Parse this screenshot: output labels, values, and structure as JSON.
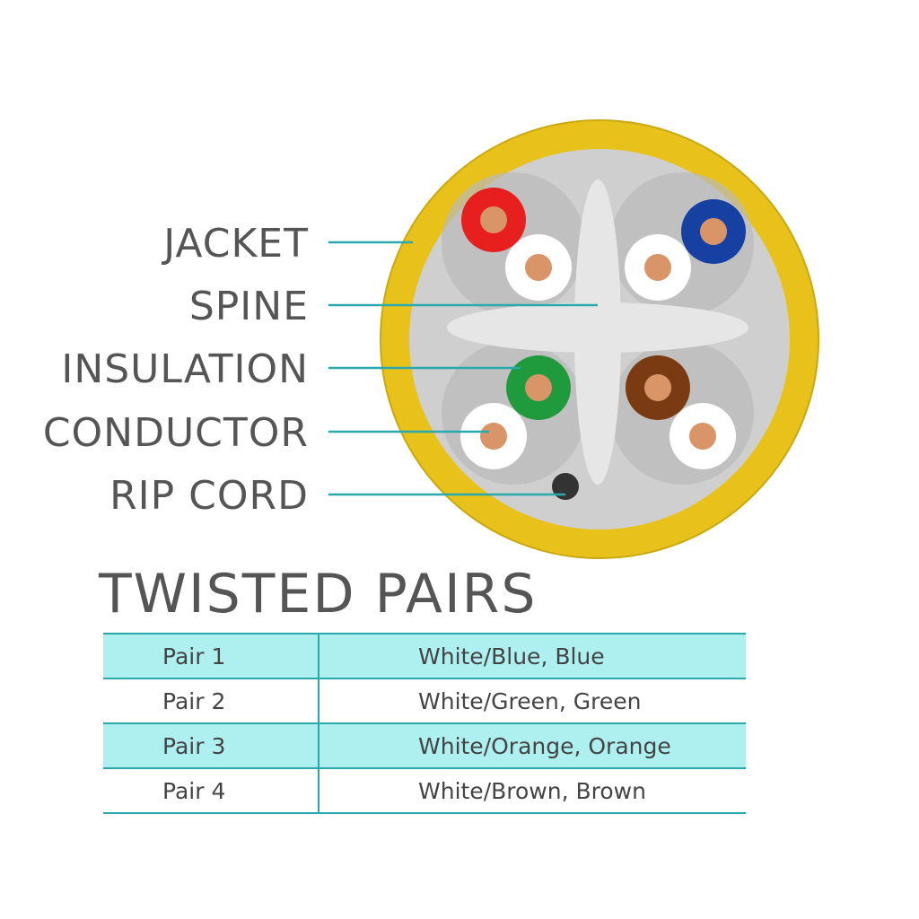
{
  "labels": {
    "jacket": "JACKET",
    "spine": "SPINE",
    "insulation": "INSULATION",
    "conductor": "CONDUCTOR",
    "rip_cord": "RIP CORD"
  },
  "colors": {
    "jacket": "#e8c21a",
    "cable_core": "#cfcfcf",
    "spine": "#e6e6e6",
    "pair_shadow": "#b9b9b9",
    "conductor": "#d99468",
    "leader_line": "#2aa9ad",
    "label_text": "#555555",
    "table_shade": "#aef0f0",
    "wire_red": "#e81f1f",
    "wire_blue": "#1740a3",
    "wire_green": "#1f9a3c",
    "wire_brown": "#7a3b12",
    "wire_white": "#ffffff",
    "rip_cord": "#333333"
  },
  "twisted_pairs": {
    "title": "TWISTED PAIRS",
    "rows": [
      {
        "pair": "Pair 1",
        "colors": "White/Blue, Blue"
      },
      {
        "pair": "Pair 2",
        "colors": "White/Green, Green"
      },
      {
        "pair": "Pair 3",
        "colors": "White/Orange, Orange"
      },
      {
        "pair": "Pair 4",
        "colors": "White/Brown, Brown"
      }
    ]
  }
}
